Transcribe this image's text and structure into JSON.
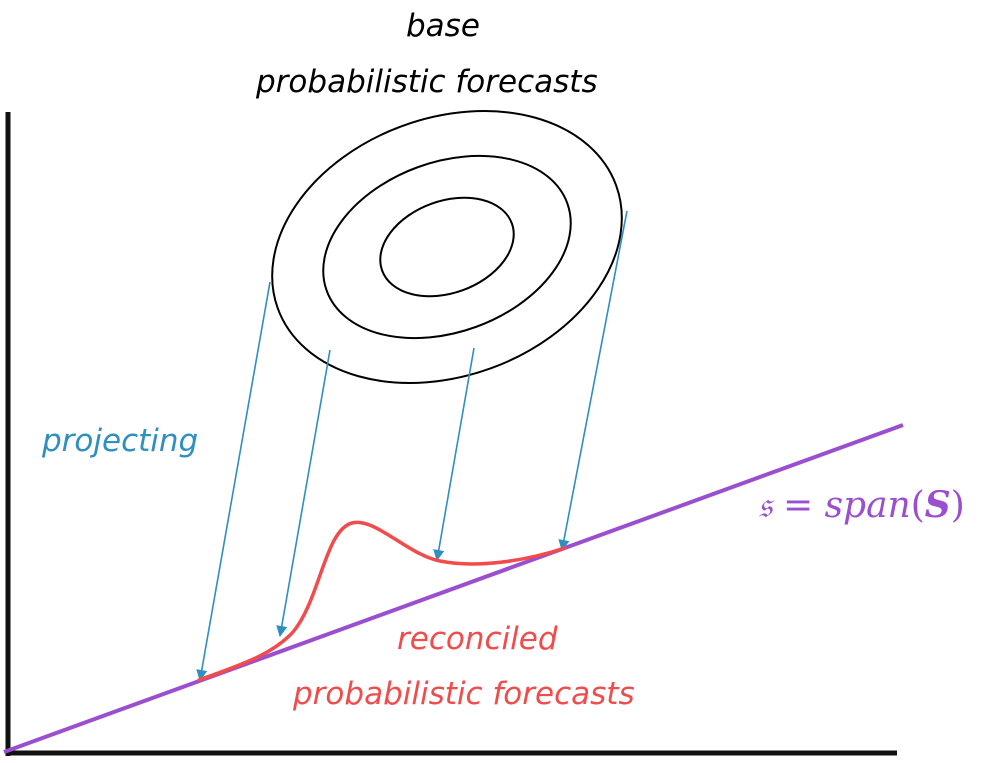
{
  "title": {
    "line1": "base",
    "line2": "probabilistic forecasts"
  },
  "projecting_label": "projecting",
  "reconciled": {
    "line1": "reconciled",
    "line2": "probabilistic forecasts"
  },
  "subspace_label": {
    "symbol": "𝔰",
    "equals": " = ",
    "func": "span",
    "open": "(",
    "matrix": "S",
    "close": ")"
  },
  "colors": {
    "axes": "#111111",
    "subspace": "#9b4fd0",
    "arrows": "#2e8fc0",
    "reconciled": "#f24b4b",
    "ellipses": "#000000"
  },
  "icons": [
    "arrowhead-icon"
  ]
}
